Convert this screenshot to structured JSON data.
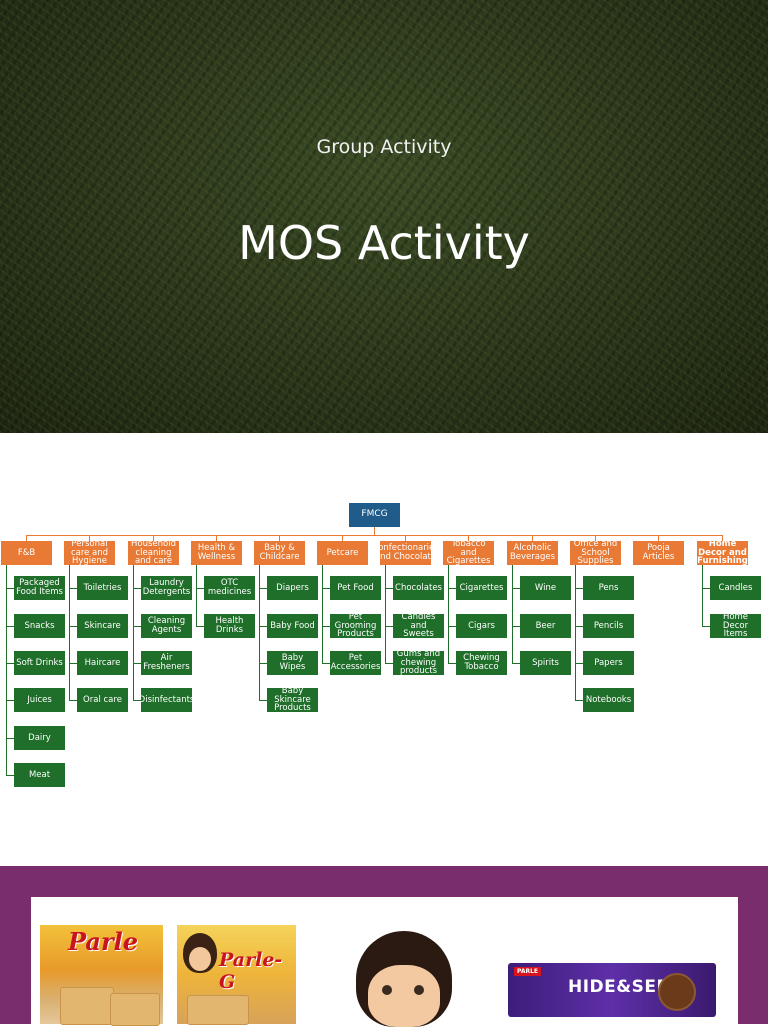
{
  "slide1": {
    "subtitle": "Group Activity",
    "title": "MOS Activity"
  },
  "diagram": {
    "root": "FMCG",
    "categories": [
      {
        "label": "F&B",
        "items": [
          "Packaged Food Items",
          "Snacks",
          "Soft Drinks",
          "Juices",
          "Dairy",
          "Meat"
        ]
      },
      {
        "label": "Personal care and Hygiene",
        "items": [
          "Toiletries",
          "Skincare",
          "Haircare",
          "Oral care"
        ]
      },
      {
        "label": "Household cleaning and care",
        "items": [
          "Laundry Detergents",
          "Cleaning Agents",
          "Air Fresheners",
          "Disinfectants"
        ]
      },
      {
        "label": "Health & Wellness",
        "items": [
          "OTC medicines",
          "Health Drinks"
        ]
      },
      {
        "label": "Baby & Childcare",
        "items": [
          "Diapers",
          "Baby Food",
          "Baby Wipes",
          "Baby Skincare Products"
        ]
      },
      {
        "label": "Petcare",
        "items": [
          "Pet Food",
          "Pet Grooming Products",
          "Pet Accessories"
        ]
      },
      {
        "label": "Confectionaries and Chocolate",
        "items": [
          "Chocolates",
          "Candies and Sweets",
          "Gums and chewing products"
        ]
      },
      {
        "label": "Tobacco and Cigarettes",
        "items": [
          "Cigarettes",
          "Cigars",
          "Chewing Tobacco"
        ]
      },
      {
        "label": "Alcoholic Beverages",
        "items": [
          "Wine",
          "Beer",
          "Spirits"
        ]
      },
      {
        "label": "Office and School Supplies",
        "items": [
          "Pens",
          "Pencils",
          "Papers",
          "Notebooks"
        ]
      },
      {
        "label": "Pooja Articles",
        "items": []
      },
      {
        "label": "Home Decor and Furnishing",
        "items": [
          "Candles",
          "Home Decor Items"
        ]
      }
    ]
  },
  "slide3": {
    "product1_text": "Parle",
    "product2_text": "Parle-G",
    "product4_text": "HIDE&SEEK",
    "product4_badge": "PARLE"
  },
  "colors": {
    "root": "#1f5c8a",
    "category": "#e87a35",
    "leaf": "#1f6e2a",
    "slide3_bg": "#7a2d6c"
  }
}
